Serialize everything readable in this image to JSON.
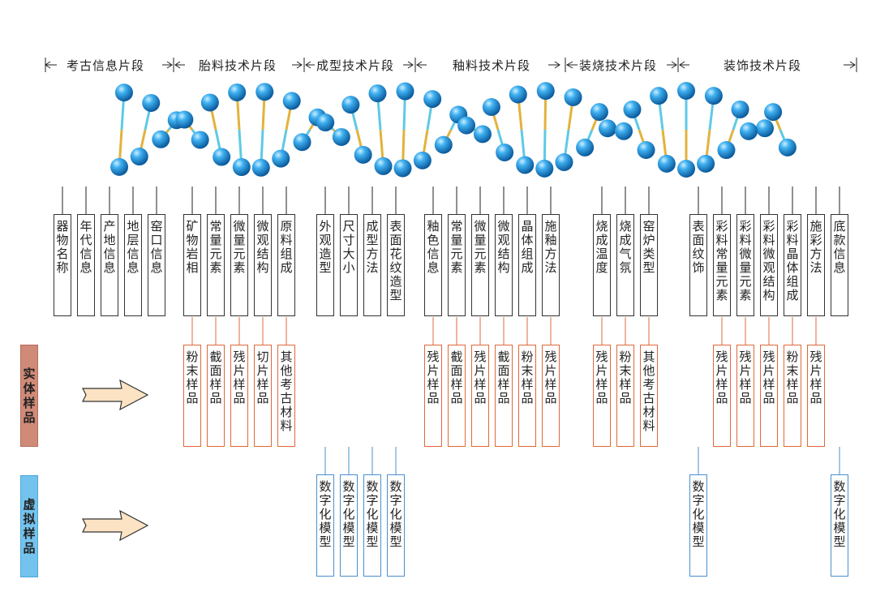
{
  "segments": [
    "考古信息片段",
    "胎料技术片段",
    "成型技术片段",
    "釉料技术片段",
    "装烧技术片段",
    "装饰技术片段"
  ],
  "info_columns": [
    "器物名称",
    "年代信息",
    "产地信息",
    "地层信息",
    "窑口信息",
    "矿物岩相",
    "常量元素",
    "微量元素",
    "微观结构",
    "原料组成",
    "外观造型",
    "尺寸大小",
    "成型方法",
    "表面花纹造型",
    "釉色信息",
    "常量元素",
    "微量元素",
    "微观结构",
    "晶体组成",
    "施釉方法",
    "烧成温度",
    "烧成气氛",
    "窑炉类型",
    "表面纹饰",
    "彩料常量元素",
    "彩料微量元素",
    "彩料微观结构",
    "彩料晶体组成",
    "施彩方法",
    "底款信息"
  ],
  "sample_rows": {
    "physical": {
      "label": "实体样品",
      "items": [
        "粉末样品",
        "截面样品",
        "残片样品",
        "切片样品",
        "其他考古材料",
        "残片样品",
        "截面样品",
        "残片样品",
        "截面样品",
        "粉末样品",
        "残片样品",
        "残片样品",
        "粉末样品",
        "其他考古材料",
        "残片样品",
        "残片样品",
        "残片样品",
        "粉末样品",
        "残片样品"
      ]
    },
    "virtual": {
      "label": "虚拟样品",
      "items": [
        "数字化模型",
        "数字化模型",
        "数字化模型",
        "数字化模型",
        "数字化模型",
        "数字化模型"
      ]
    }
  },
  "colors": {
    "physical_border": "#e0683a",
    "virtual_border": "#4a90cf",
    "physical_label_bg": "#d08a78",
    "virtual_label_bg": "#74c3ee",
    "arrow_fill": "#fbe3c4",
    "sphere": "#2a9be0",
    "rung_yellow": "#e3b23c",
    "rung_cyan": "#5fc9e6"
  }
}
